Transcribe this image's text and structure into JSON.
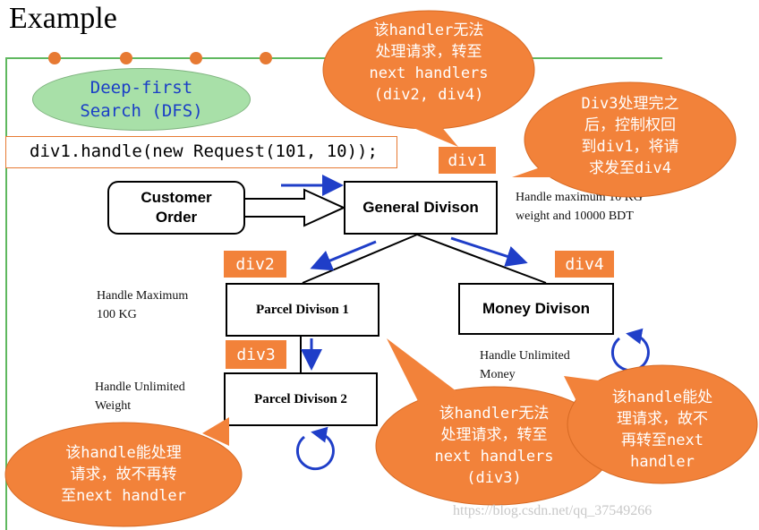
{
  "title": "Example",
  "dfs_label": "Deep-first\nSearch (DFS)",
  "code_line": "div1.handle(new Request(101, 10));",
  "tags": {
    "div1": "div1",
    "div2": "div2",
    "div3": "div3",
    "div4": "div4"
  },
  "boxes": {
    "customer_order": "Customer\nOrder",
    "general_division": "General Divison",
    "parcel_division_1": "Parcel Divison 1",
    "parcel_division_2": "Parcel Divison 2",
    "money_division": "Money Divison"
  },
  "notes": {
    "general": "Handle maximum 10 KG\nweight and 10000 BDT",
    "parcel1": "Handle Maximum\n100 KG",
    "parcel2": "Handle Unlimited\nWeight",
    "money": "Handle Unlimited\nMoney"
  },
  "bubbles": {
    "top": "该handler无法\n处理请求，转至\nnext handlers\n(div2, div4)",
    "div3_done": "Div3处理完之\n后，控制权回\n到div1，将请\n求发至div4",
    "bottom_left": "该handle能处理\n请求，故不再转\n至next handler",
    "bottom_mid": "该handler无法\n处理请求，转至\nnext handlers\n(div3)",
    "bottom_right": "该handle能处\n理请求，故不\n再转至next\nhandler"
  },
  "watermark": "https://blog.csdn.net/qq_37549266",
  "colors": {
    "bubble": "#f2823a",
    "arrow_blue": "#1f3ec8",
    "dfs_fill": "#a8e0a8",
    "green_line": "#5fb85f"
  }
}
